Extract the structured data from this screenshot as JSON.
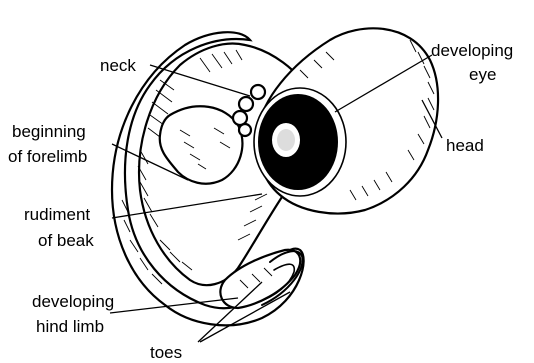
{
  "labels": {
    "neck": "neck",
    "developing_eye_1": "developing",
    "developing_eye_2": "eye",
    "head": "head",
    "forelimb_1": "beginning",
    "forelimb_2": "of forelimb",
    "beak_1": "rudiment",
    "beak_2": "of beak",
    "hindlimb_1": "developing",
    "hindlimb_2": "hind limb",
    "toes": "toes"
  }
}
